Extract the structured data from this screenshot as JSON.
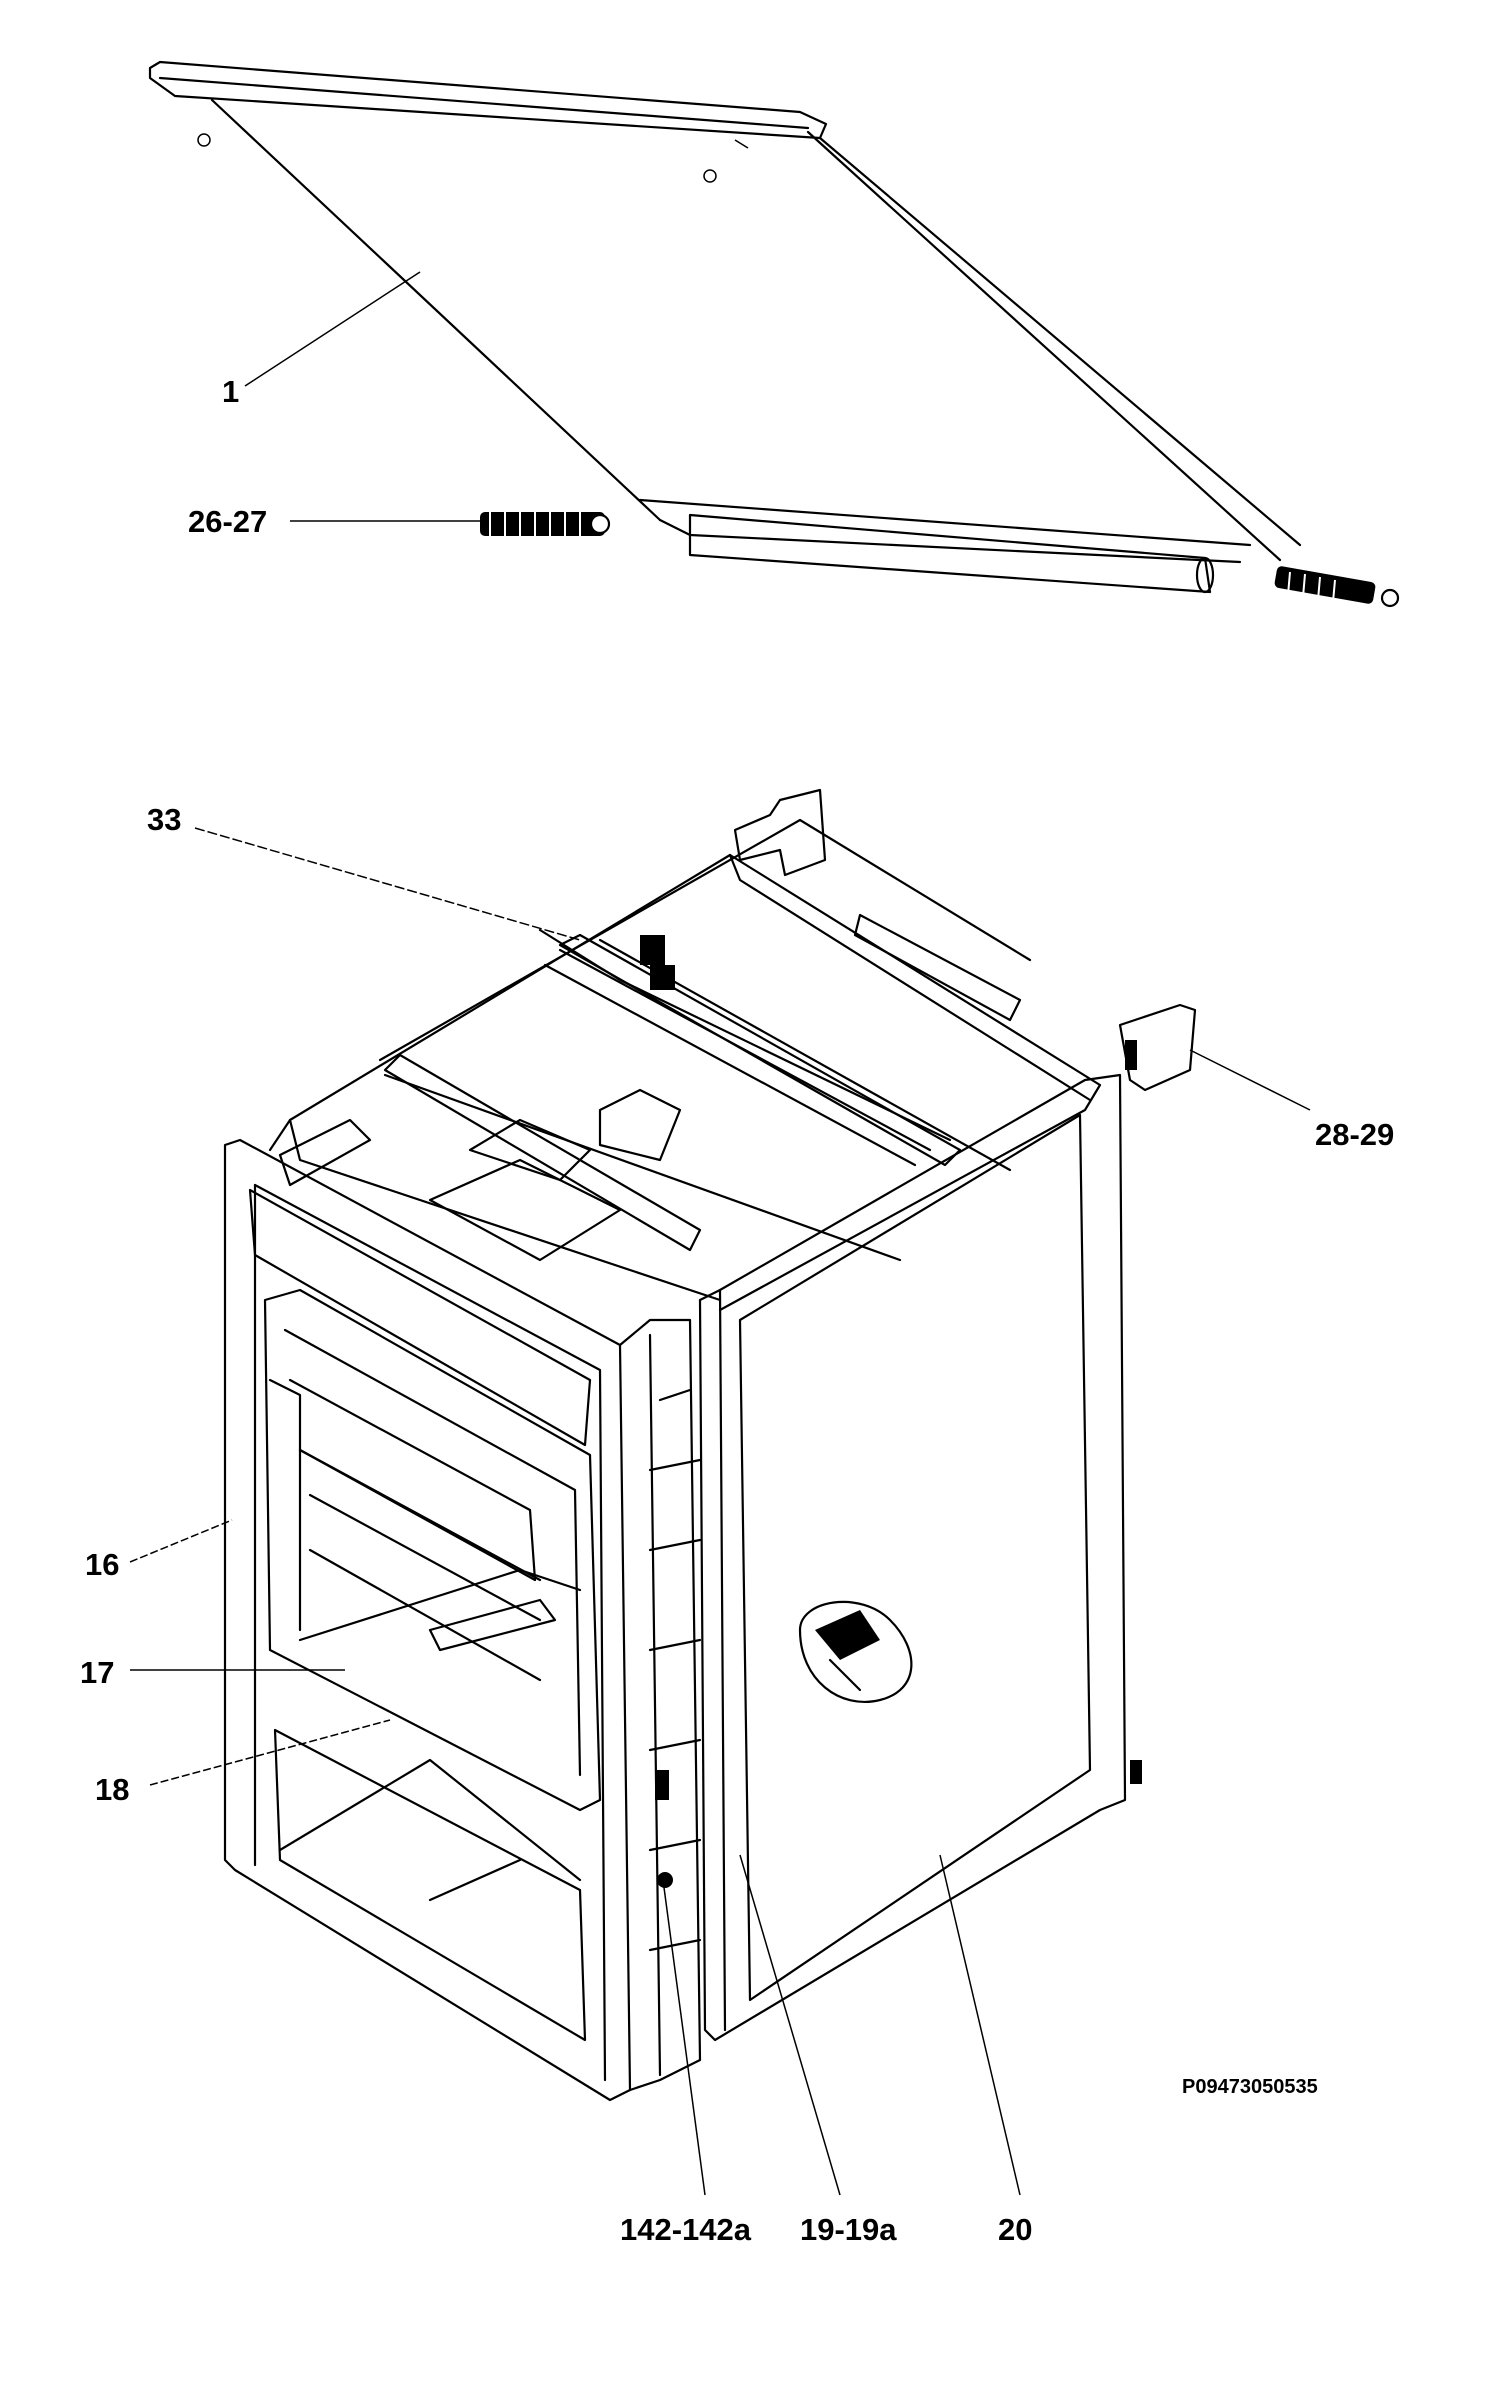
{
  "diagram": {
    "reference_code": "P09473050535",
    "callouts": [
      {
        "label": "1"
      },
      {
        "label": "26-27"
      },
      {
        "label": "33"
      },
      {
        "label": "28-29"
      },
      {
        "label": "16"
      },
      {
        "label": "17"
      },
      {
        "label": "18"
      },
      {
        "label": "142-142a"
      },
      {
        "label": "19-19a"
      },
      {
        "label": "20"
      }
    ]
  }
}
